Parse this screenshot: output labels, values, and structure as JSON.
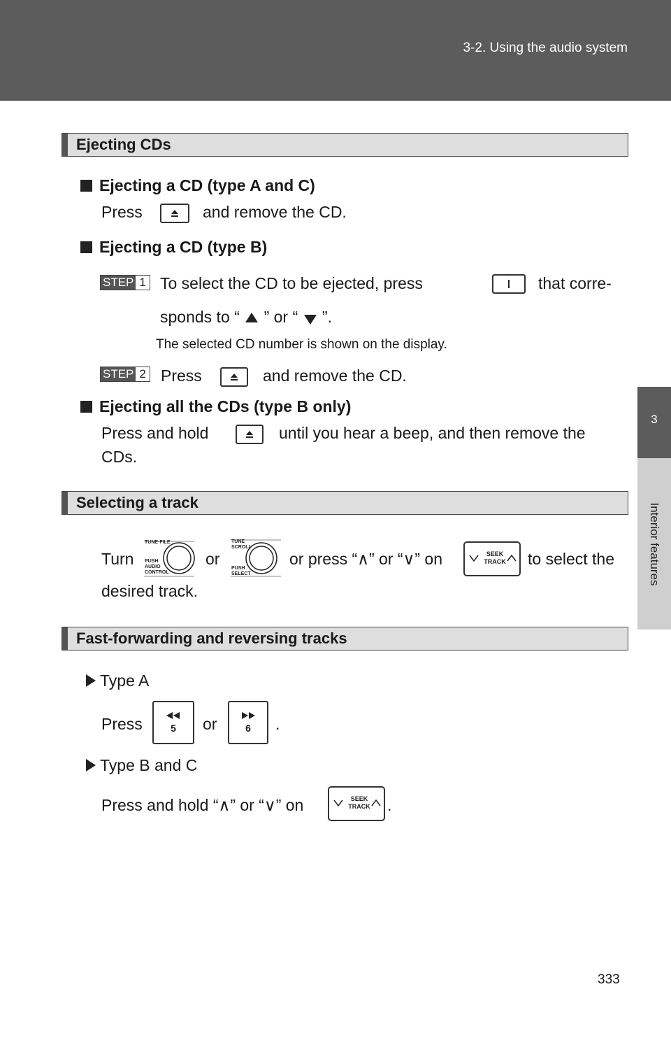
{
  "header": {
    "section_title": "3-2. Using the audio system"
  },
  "side_tab": {
    "chapter_number": "3",
    "chapter_label": "Interior features"
  },
  "sections": {
    "ejecting": {
      "heading": "Ejecting CDs",
      "typeAC_title": "Ejecting a CD (type A and C)",
      "typeAC_press": "Press",
      "typeAC_tail": "and remove the CD.",
      "typeB_title": "Ejecting a CD (type B)",
      "step1_label": "STEP",
      "step1_num": "1",
      "step1_text_a": "To  select  the  CD  to  be  ejected,  press",
      "step1_text_b": "that  corre-",
      "step1_line2_a": "sponds to “",
      "step1_line2_b": "” or “",
      "step1_line2_c": "”.",
      "step1_note": "The selected CD number is shown on the display.",
      "step2_label": "STEP",
      "step2_num": "2",
      "step2_press": "Press",
      "step2_tail": "and remove the CD.",
      "all_title": "Ejecting all the CDs (type B only)",
      "all_press": "Press and hold",
      "all_tail": "until you hear a beep, and then remove the",
      "all_line2": "CDs."
    },
    "track": {
      "heading": "Selecting a track",
      "turn": "Turn",
      "or1": "or",
      "or_press": "or press “∧” or “∨” on",
      "tail": "to select the",
      "line2": "desired track.",
      "knob1_labels": [
        "TUNE·FILE",
        "PUSH",
        "AUDIO",
        "CONTROL"
      ],
      "knob2_labels": [
        "TUNE",
        "SCROLL",
        "PUSH",
        "SELECT"
      ]
    },
    "fast": {
      "heading": "Fast-forwarding and reversing tracks",
      "typeA": "Type A",
      "typeA_press": "Press",
      "typeA_or": "or",
      "typeA_end": ".",
      "btn_rew_num": "5",
      "btn_ff_num": "6",
      "typeBC": "Type B and C",
      "typeBC_text": "Press and hold “∧” or “∨” on",
      "typeBC_end": "."
    }
  },
  "seek_button": {
    "line1": "SEEK",
    "line2": "TRACK"
  },
  "page_number": "333"
}
